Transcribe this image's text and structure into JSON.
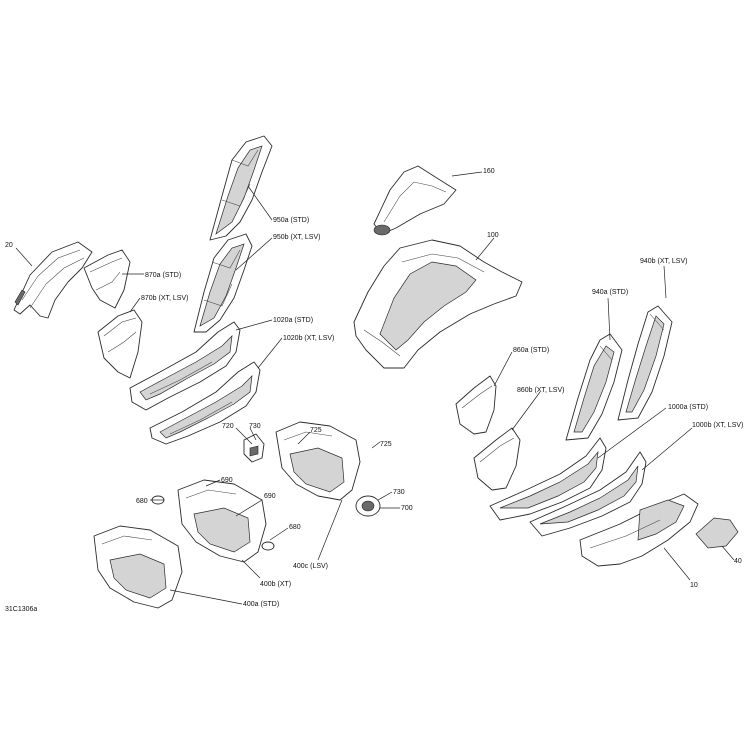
{
  "drawing_code": "31C1306a",
  "callouts": {
    "c20": "20",
    "c870a": "870a (STD)",
    "c870b": "870b (XT, LSV)",
    "c950a": "950a (STD)",
    "c950b": "950b (XT, LSV)",
    "c1020a": "1020a (STD)",
    "c1020b": "1020b (XT, LSV)",
    "c160": "160",
    "c100": "100",
    "c940b": "940b (XT, LSV)",
    "c940a": "940a (STD)",
    "c860a": "860a (STD)",
    "c860b": "860b (XT, LSV)",
    "c1000a": "1000a (STD)",
    "c1000b": "1000b (XT, LSV)",
    "c720": "720",
    "c730a": "730",
    "c725a": "725",
    "c725b": "725",
    "c730b": "730",
    "c700": "700",
    "c690a": "690",
    "c690b": "690",
    "c680a": "680",
    "c680b": "680",
    "c400c": "400c (LSV)",
    "c400b": "400b (XT)",
    "c400a": "400a (STD)",
    "c10": "10",
    "c40": "40"
  }
}
